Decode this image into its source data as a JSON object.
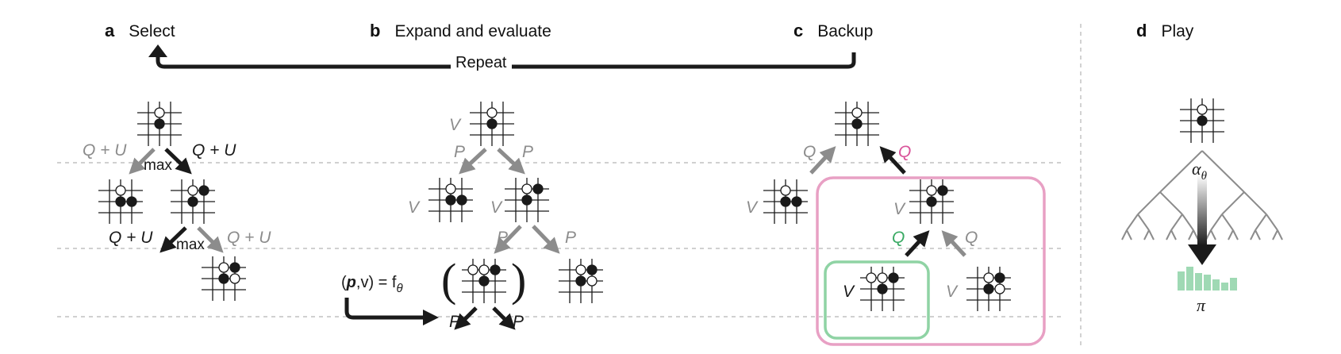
{
  "panels": [
    {
      "letter": "a",
      "title": "Select"
    },
    {
      "letter": "b",
      "title": "Expand and evaluate"
    },
    {
      "letter": "c",
      "title": "Backup"
    },
    {
      "letter": "d",
      "title": "Play"
    }
  ],
  "repeat_label": "Repeat",
  "labels": {
    "q_plus_u": "Q + U",
    "max": "max",
    "v": "V",
    "p": "P",
    "q": "Q",
    "alpha": "α",
    "theta": "θ",
    "pi": "π",
    "network_eq_prefix": "(",
    "network_eq_p": "p",
    "network_eq_mid": ",v) = f",
    "network_eq_sub": "θ"
  },
  "colors": {
    "selected": "#1a1a1a",
    "unselected": "#8c8c8c",
    "backup_highlight": "#d9539a",
    "leaf_highlight": "#3aaa64",
    "pink_box": "#e8a0c4",
    "green_box": "#8fd3a4",
    "policy_bars": "#9fd9b4",
    "dash": "#b5b5b5"
  }
}
